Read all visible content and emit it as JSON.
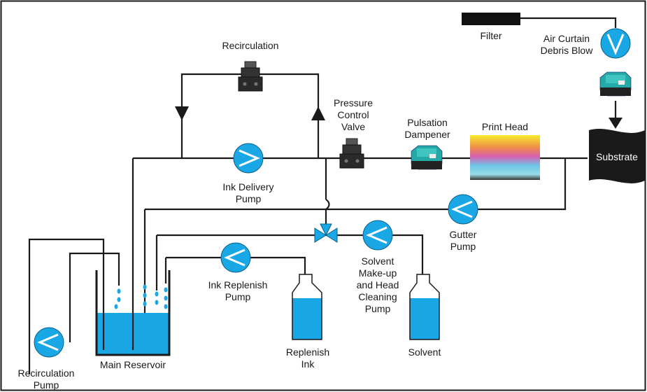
{
  "labels": {
    "recirculation_top": "Recirculation",
    "pressure_control_valve": [
      "Pressure",
      "Control",
      "Valve"
    ],
    "pulsation_dampener": [
      "Pulsation",
      "Dampener"
    ],
    "print_head": "Print Head",
    "filter": "Filter",
    "air_curtain": [
      "Air Curtain",
      "Debris Blow"
    ],
    "substrate": "Substrate",
    "ink_delivery_pump": [
      "Ink Delivery",
      "Pump"
    ],
    "gutter_pump": [
      "Gutter",
      "Pump"
    ],
    "ink_replenish_pump": [
      "Ink Replenish",
      "Pump"
    ],
    "solvent_pump": [
      "Solvent",
      "Make-up",
      "and Head",
      "Cleaning",
      "Pump"
    ],
    "recirculation_pump": [
      "Recirculation",
      "Pump"
    ],
    "main_reservoir": "Main Reservoir",
    "replenish_ink": [
      "Replenish",
      "Ink"
    ],
    "solvent": "Solvent"
  },
  "icons": {
    "pump": "pump-icon",
    "valve": "pressure-valve-icon",
    "dampener": "pulsation-dampener-icon",
    "three_way_valve": "three-way-valve-icon"
  },
  "colors": {
    "pump_blue": "#1aa7e6",
    "fluid_blue": "#1aa7e6",
    "dampener_teal": "#23a9a6",
    "frame": "#1a1a1a"
  }
}
